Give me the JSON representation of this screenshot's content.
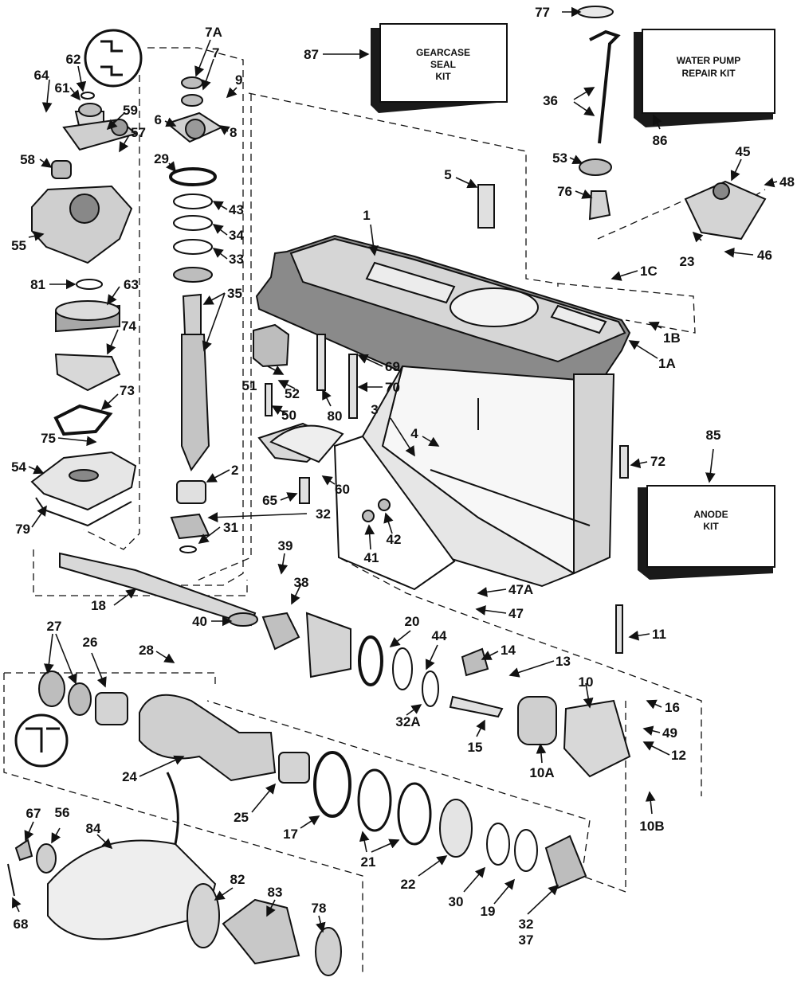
{
  "kits": {
    "gearcase_seal": [
      "GEARCASE",
      "SEAL",
      "KIT"
    ],
    "water_pump": [
      "WATER PUMP",
      "REPAIR KIT"
    ],
    "anode": [
      "ANODE",
      "KIT"
    ]
  },
  "callouts": {
    "c77": "77",
    "c36": "36",
    "c53": "53",
    "c76": "76",
    "c86": "86",
    "c87": "87",
    "c7A": "7A",
    "c7": "7",
    "c9": "9",
    "c6": "6",
    "c8": "8",
    "c29": "29",
    "c43": "43",
    "c34": "34",
    "c33": "33",
    "c35": "35",
    "c62": "62",
    "c64": "64",
    "c61": "61",
    "c59": "59",
    "c57": "57",
    "c58": "58",
    "c55": "55",
    "c81": "81",
    "c63": "63",
    "c74": "74",
    "c73": "73",
    "c75": "75",
    "c54": "54",
    "c79": "79",
    "c2": "2",
    "c31": "31",
    "c32": "32",
    "c1": "1",
    "c5": "5",
    "c45": "45",
    "c48": "48",
    "c23": "23",
    "c46": "46",
    "c1C": "1C",
    "c1B": "1B",
    "c1A": "1A",
    "c69": "69",
    "c70": "70",
    "c51": "51",
    "c52": "52",
    "c50": "50",
    "c80": "80",
    "c3": "3",
    "c4": "4",
    "c72": "72",
    "c85": "85",
    "c65": "65",
    "c60": "60",
    "c41": "41",
    "c42": "42",
    "c39": "39",
    "c38": "38",
    "c18": "18",
    "c40": "40",
    "c20": "20",
    "c44": "44",
    "c47A": "47A",
    "c47": "47",
    "c11": "11",
    "c14": "14",
    "c13": "13",
    "c27": "27",
    "c26": "26",
    "c28": "28",
    "c32A": "32A",
    "c10": "10",
    "c16": "16",
    "c49": "49",
    "c12": "12",
    "c15": "15",
    "c10A": "10A",
    "c24": "24",
    "c25": "25",
    "c17": "17",
    "c10B": "10B",
    "c67": "67",
    "c56": "56",
    "c84": "84",
    "c21": "21",
    "c22": "22",
    "c30": "30",
    "c19": "19",
    "c82": "82",
    "c83": "83",
    "c78": "78",
    "c68": "68",
    "c32b": "32",
    "c37": "37"
  }
}
